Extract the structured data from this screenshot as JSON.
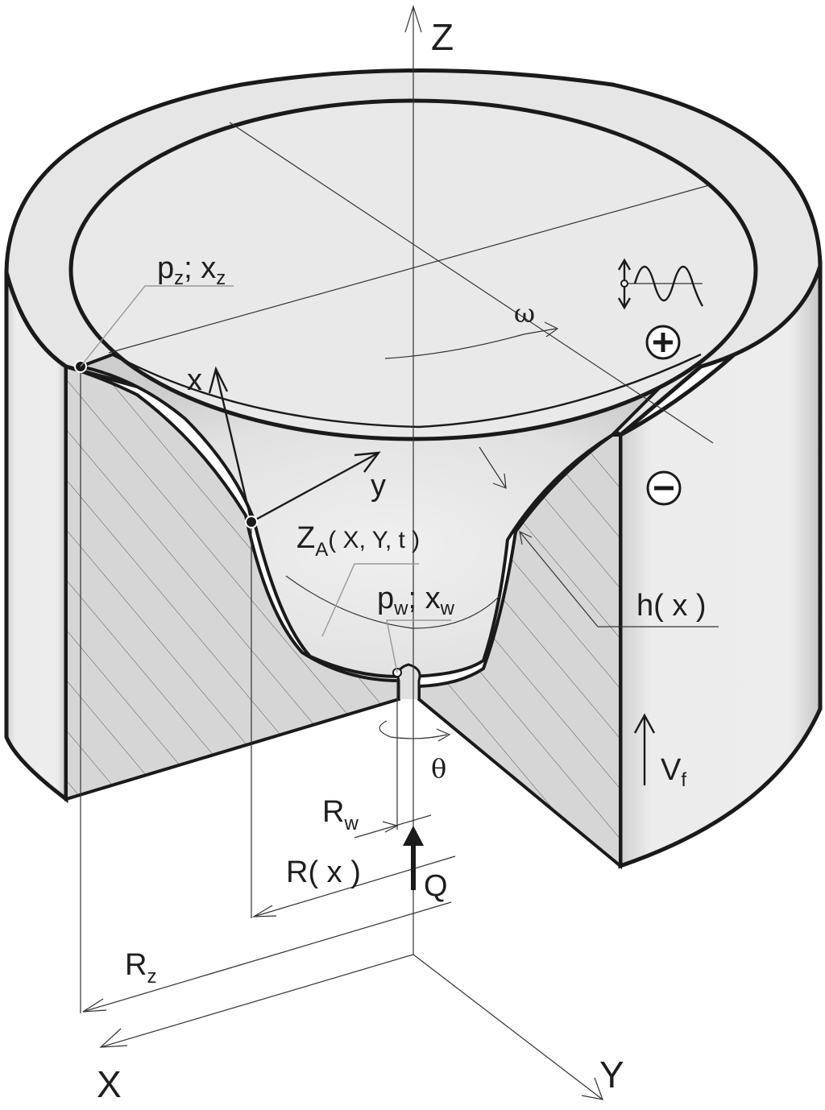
{
  "axes": {
    "Z": "Z",
    "X": "X",
    "Y": "Y"
  },
  "labels": {
    "pz": "p",
    "pz_sub": "z",
    "xz": "x",
    "xz_sub": "z",
    "pw": "p",
    "pw_sub": "w",
    "xw": "x",
    "xw_sub": "w",
    "za": "Z",
    "za_sub": "A",
    "za_args": "( X, Y, t )",
    "x": "x",
    "y": "y",
    "omega": "ω",
    "theta": "θ",
    "h": "h( x )",
    "rw": "R",
    "rw_sub": "w",
    "rx": "R( x )",
    "rz": "R",
    "rz_sub": "z",
    "q": "Q",
    "vf": "V",
    "vf_sub": "f",
    "plus": "+",
    "minus": "−"
  },
  "colors": {
    "ink": "#1a1a1a",
    "surface": "#e2e2e2",
    "wall": "#dadada",
    "section": "#d2d2d2"
  },
  "icons": [
    "plus-circle-icon",
    "minus-circle-icon",
    "vibration-icon",
    "up-arrow-icon"
  ]
}
